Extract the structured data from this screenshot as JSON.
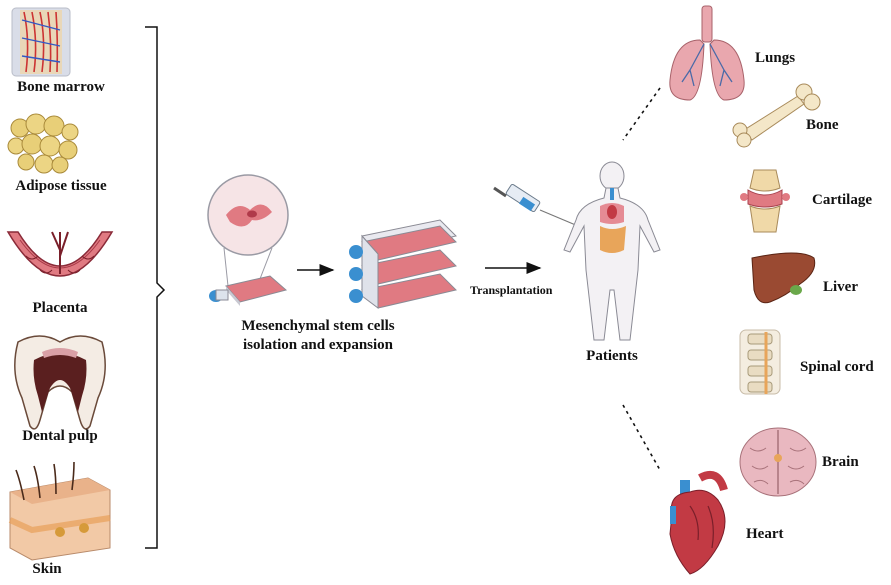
{
  "sources": [
    {
      "label": "Bone marrow",
      "icon": "bone-marrow-icon"
    },
    {
      "label": "Adipose tissue",
      "icon": "adipose-tissue-icon"
    },
    {
      "label": "Placenta",
      "icon": "placenta-icon"
    },
    {
      "label": "Dental pulp",
      "icon": "dental-pulp-icon"
    },
    {
      "label": "Skin",
      "icon": "skin-icon"
    }
  ],
  "process": {
    "caption_line1": "Mesenchymal stem cells",
    "caption_line2": "isolation and expansion",
    "transplant_label": "Transplantation",
    "patients_label": "Patients"
  },
  "targets": [
    {
      "label": "Lungs",
      "icon": "lungs-icon"
    },
    {
      "label": "Bone",
      "icon": "bone-icon"
    },
    {
      "label": "Cartilage",
      "icon": "cartilage-icon"
    },
    {
      "label": "Liver",
      "icon": "liver-icon"
    },
    {
      "label": "Spinal cord",
      "icon": "spinal-cord-icon"
    },
    {
      "label": "Brain",
      "icon": "brain-icon"
    },
    {
      "label": "Heart",
      "icon": "heart-icon"
    }
  ],
  "colors": {
    "tissue_pink": "#e07a82",
    "flask_blue": "#3a8fd0",
    "fat_yellow": "#e8cf78",
    "liver_brown": "#9a4a32",
    "lung_pink": "#e9a7ae"
  }
}
